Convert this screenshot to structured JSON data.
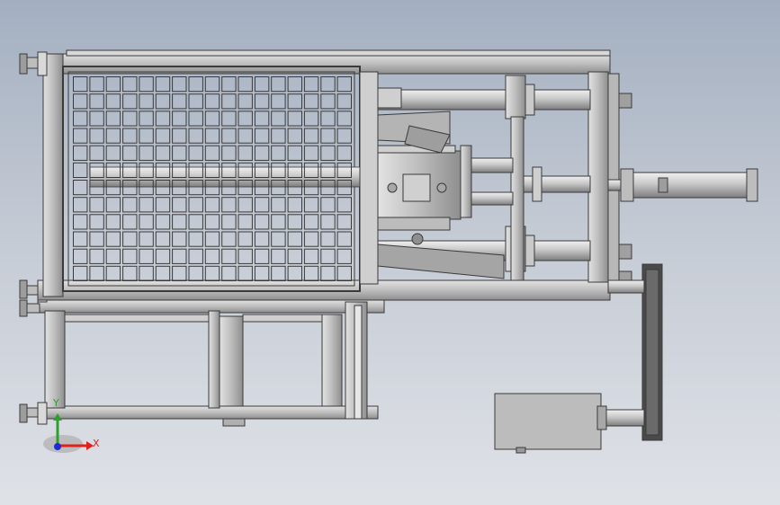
{
  "colors": {
    "background_top": "#a3afc0",
    "background_bottom": "#dfe2e7",
    "steel": "#c6c6c6",
    "steel_dark": "#8f8f8f",
    "outline": "#3a3a3a",
    "motor_body": "#b9b9b9",
    "belt": "#4a4a4a",
    "axis_x": "#e0201b",
    "axis_y": "#2ca02c",
    "axis_z": "#1e2bd6"
  },
  "view": {
    "name": "top-view",
    "triad": {
      "x_label": "X",
      "y_label": "Y"
    }
  },
  "grid_guard": {
    "rows": 12,
    "cols": 17
  },
  "icons": [
    "coordinate-triad-icon"
  ]
}
